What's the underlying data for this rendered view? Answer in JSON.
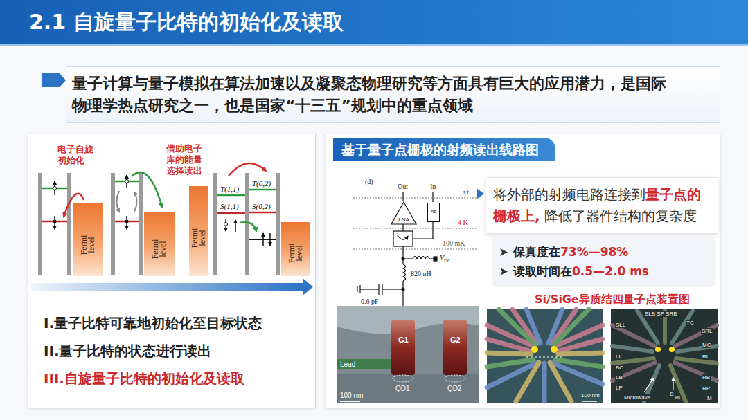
{
  "diagram": {
    "title": "2.1 自旋量子比特的初始化及读取",
    "nodes": [
      {
        "text": [
          "量子计算与量子模拟在算法加速以及凝聚态物理研究等方面具有巨大的应用潜力，是国际物理学热点研究之一，也是国家“十三五”规划中的重点领域"
        ]
      },
      {
        "text": [
          "I.量子比特可靠地初始化至目标状态",
          "II.量子比特的状态进行读出",
          "III.自旋量子比特的初始化及读取"
        ]
      },
      {
        "text": [
          "Fermi level"
        ],
        "in": 1
      },
      {
        "text": [
          "Fermi level"
        ],
        "in": 1
      },
      {
        "text": [
          "Fermi level"
        ],
        "in": 1
      },
      {
        "text": [
          "Fermi level"
        ],
        "in": 1
      },
      {
        "text": [
          "基于量子点栅极的射频读出线路图"
        ]
      },
      {
        "text": [
          "LNA"
        ],
        "in": 6
      },
      {
        "text": [
          "Att"
        ],
        "in": 6
      },
      {
        "text": [
          "将外部的射频电路连接到",
          "量子点的栅极上,",
          "降低了器件结构的复杂度"
        ],
        "in": 6
      },
      {
        "text": [
          "保真度在",
          "73%—98%",
          "读取时间在",
          "0.5—2.0 ms"
        ],
        "in": 6
      }
    ],
    "labels": [
      "电子自旋初始化",
      "借助电子库的能量选择读出",
      "T(1,1)",
      "T(0,2)",
      "S(1,1)",
      "S(0,2)",
      "(d)",
      "Out",
      "In",
      "r.t.",
      "4 K",
      "100 mK",
      "V",
      "DC",
      "820 nH",
      "0.6 pF",
      "G1",
      "G2",
      "Lead",
      "QD1",
      "QD2",
      "100 nm",
      "Si/SiGe异质结四量子点装置图",
      "100 nm",
      "SLB SP SRB",
      "SLL",
      "TC",
      "SRL",
      "MC",
      "LL",
      "RL",
      "BC",
      "LB",
      "RB",
      "LP",
      "RP",
      "M",
      "Microwave",
      "B",
      "ext"
    ]
  }
}
